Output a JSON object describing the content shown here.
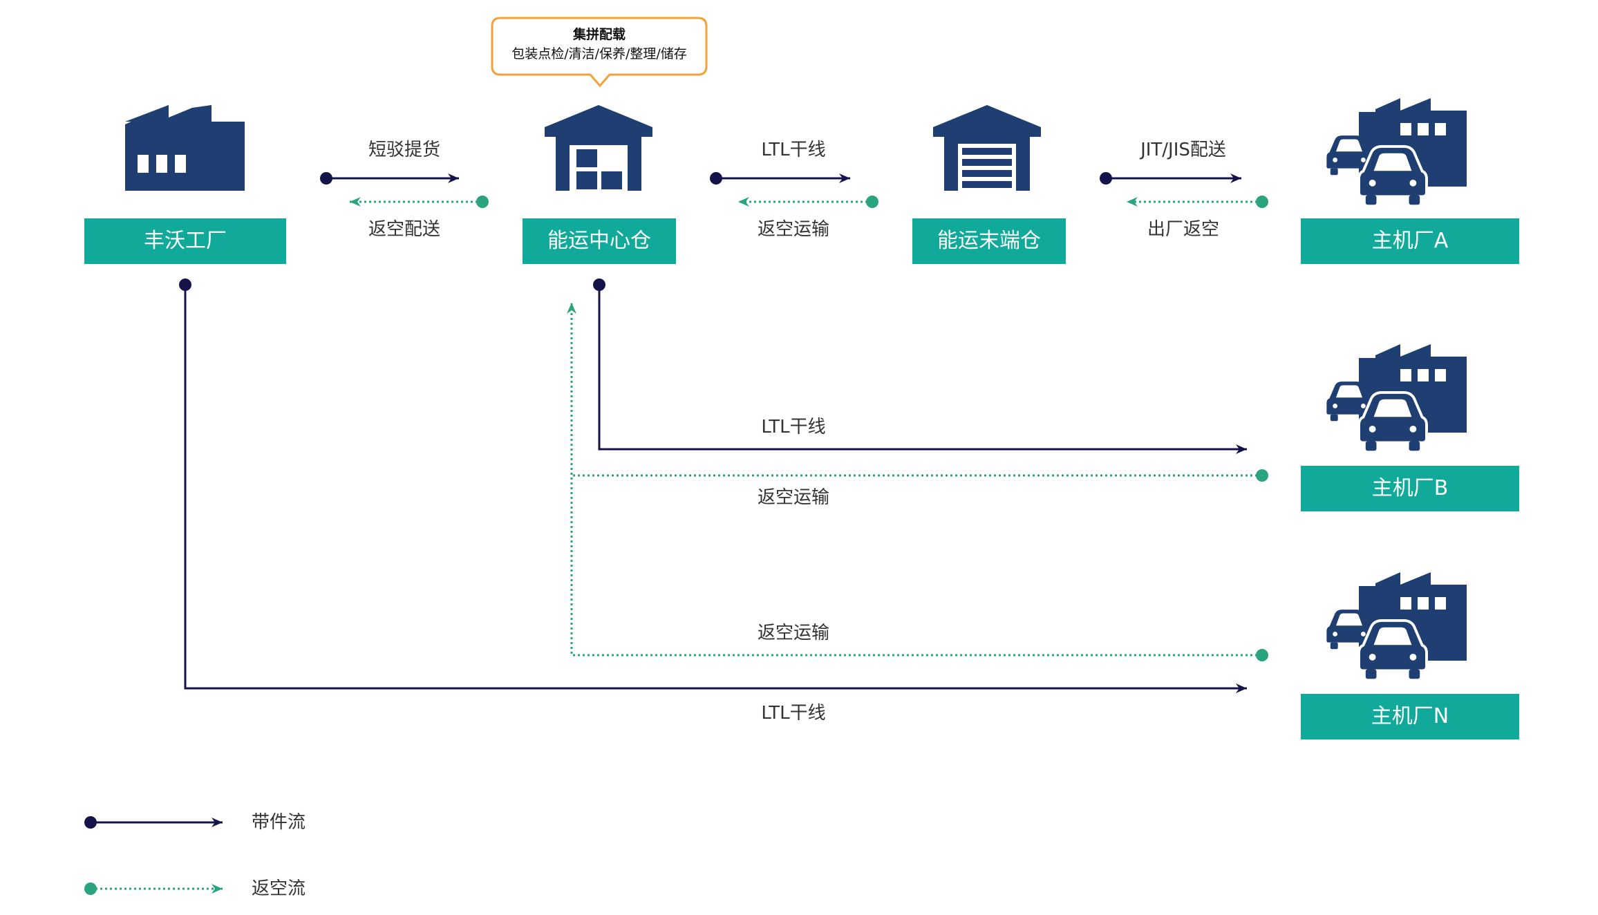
{
  "colors": {
    "navy": "#1f3f73",
    "navy_line": "#14144a",
    "teal": "#10a99a",
    "teal_line": "#2aa37f",
    "orange": "#f2a23c",
    "text": "#333333"
  },
  "callout": {
    "line1": "集拼配载",
    "line2": "包装点检/清洁/保养/整理/储存"
  },
  "nodes": {
    "factory": {
      "label": "丰沃工厂",
      "icon": "factory-icon"
    },
    "center": {
      "label": "能运中心仓",
      "icon": "warehouse-icon"
    },
    "terminal": {
      "label": "能运末端仓",
      "icon": "garage-icon"
    },
    "oem_a": {
      "label": "主机厂A",
      "icon": "car-plant-icon"
    },
    "oem_b": {
      "label": "主机厂B",
      "icon": "car-plant-icon"
    },
    "oem_n": {
      "label": "主机厂N",
      "icon": "car-plant-icon"
    }
  },
  "flows": {
    "f1_out": "短驳提货",
    "f1_back": "返空配送",
    "f2_out": "LTL干线",
    "f2_back": "返空运输",
    "f3_out": "JIT/JIS配送",
    "f3_back": "出厂返空",
    "b_out": "LTL干线",
    "b_back": "返空运输",
    "n_back": "返空运输",
    "n_out": "LTL干线"
  },
  "legend": {
    "loaded": "带件流",
    "empty": "返空流"
  }
}
